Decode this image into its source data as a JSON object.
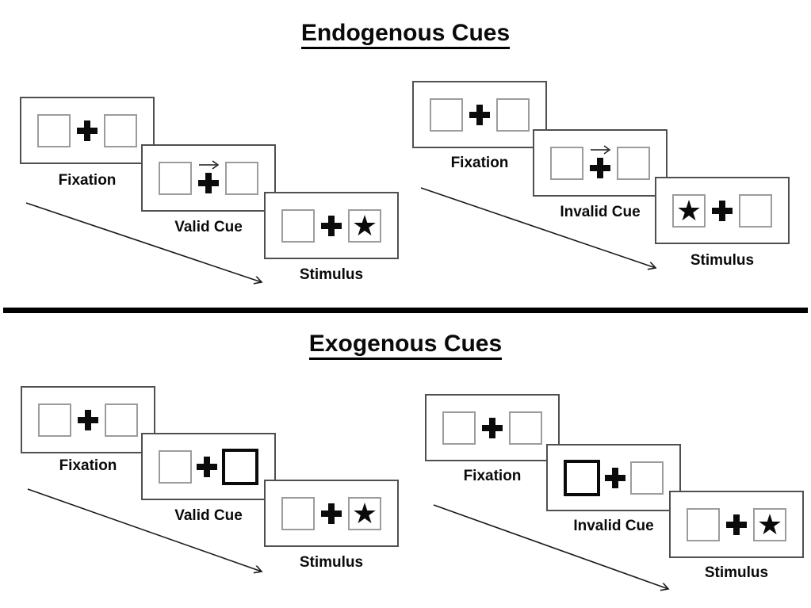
{
  "sections": [
    {
      "title": "Endogenous Cues",
      "sequences": [
        {
          "type": "valid",
          "cue_style": "central arrow pointing right",
          "stimulus_side": "right",
          "panels": [
            {
              "label": "Fixation"
            },
            {
              "label": "Valid Cue"
            },
            {
              "label": "Stimulus"
            }
          ]
        },
        {
          "type": "invalid",
          "cue_style": "central arrow pointing right",
          "stimulus_side": "left",
          "panels": [
            {
              "label": "Fixation"
            },
            {
              "label": "Invalid Cue"
            },
            {
              "label": "Stimulus"
            }
          ]
        }
      ]
    },
    {
      "title": "Exogenous Cues",
      "sequences": [
        {
          "type": "valid",
          "cue_style": "right box highlighted bold",
          "stimulus_side": "right",
          "panels": [
            {
              "label": "Fixation"
            },
            {
              "label": "Valid Cue"
            },
            {
              "label": "Stimulus"
            }
          ]
        },
        {
          "type": "invalid",
          "cue_style": "left box highlighted bold",
          "stimulus_side": "right",
          "panels": [
            {
              "label": "Fixation"
            },
            {
              "label": "Invalid Cue"
            },
            {
              "label": "Stimulus"
            }
          ]
        }
      ]
    }
  ],
  "icons": {
    "star": "★",
    "fixation_cross": "✚",
    "cue_arrow": "→"
  },
  "colors": {
    "ink": "#0a0a0a",
    "panel_border": "#4f4f4f",
    "box_border": "#9c9c9c",
    "background": "#ffffff"
  }
}
